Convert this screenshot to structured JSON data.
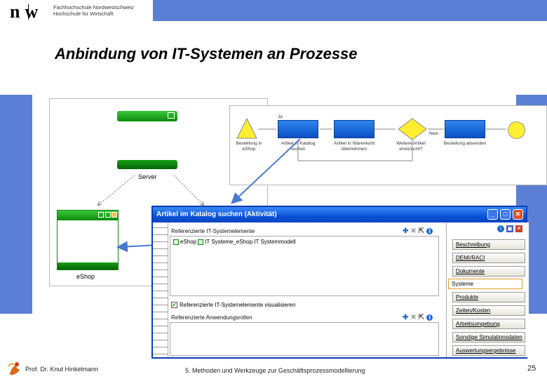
{
  "header": {
    "logo": "n|w",
    "institution_line1": "Fachhochschule Nordwestschweiz",
    "institution_line2": "Hochschule für Wirtschaft",
    "band_color": "#5b7fd4"
  },
  "slide": {
    "title": "Anbindung von IT-Systemen an Prozesse"
  },
  "system_diagram": {
    "server_label": "Server",
    "eshop_label": "eShop",
    "accent_color": "#0a8a0a"
  },
  "process": {
    "start_event_label": "Bestellung in eShop",
    "task1_label": "Artikel in Katalog suchen",
    "task2_label": "Artikel in Warenkorb übernehmen",
    "gateway_label": "Weitere Artikel erwünscht?",
    "task3_label": "Bestellung absenden",
    "flow_yes": "Ja",
    "flow_no": "Nein",
    "task_color": "#1a66e0",
    "event_color": "#ffef30"
  },
  "dialog": {
    "title": "Artikel im Katalog suchen (Aktivität)",
    "buttons": {
      "minimize": "_",
      "maximize": "□",
      "close": "✕"
    },
    "ref_it_label": "Referenzierte IT-Systemelemente",
    "ref_item_name": "eShop",
    "ref_item_path": "IT Systeme_eShop.IT Systemmodell",
    "visualize_checkbox_label": "Referenzierte IT-Systemelemente visualisieren",
    "visualize_checked": true,
    "ref_app_label": "Referenzierte Anwendungsrollen",
    "toolbar_icons": [
      "plus-icon",
      "delete-icon",
      "navigate-icon",
      "info-icon"
    ]
  },
  "tabs": [
    {
      "label": "Beschreibung",
      "active": false
    },
    {
      "label": "DEMI/RACI",
      "active": false
    },
    {
      "label": "Dokumente",
      "active": false
    },
    {
      "label": "Systeme",
      "active": true
    },
    {
      "label": "Produkte",
      "active": false
    },
    {
      "label": "Zeiten/Kosten",
      "active": false
    },
    {
      "label": "Arbeitsumgebung",
      "active": false
    },
    {
      "label": "Sonstige Simulationsdaten",
      "active": false
    },
    {
      "label": "Auswertungsergebnisse",
      "active": false
    }
  ],
  "footer": {
    "author": "Prof. Dr. Knut Hinkelmann",
    "course": "5. Methoden und Werkzeuge zur Geschäftsprozessmodellierung",
    "page": "25"
  }
}
